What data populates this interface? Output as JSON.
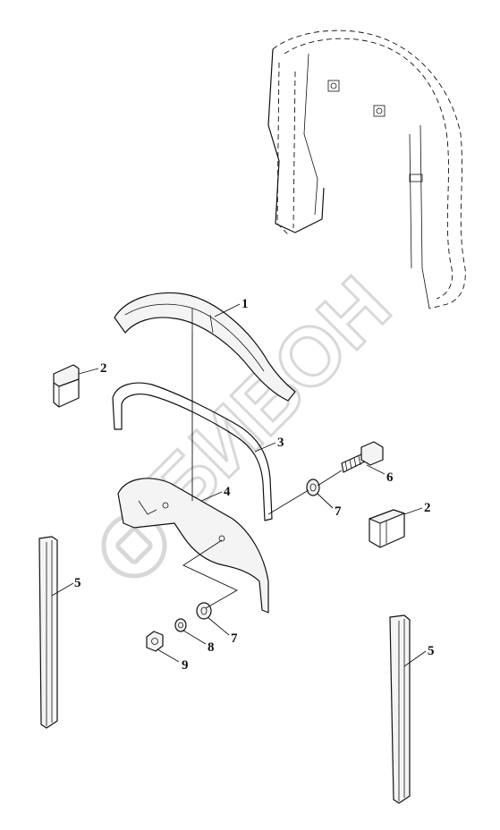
{
  "watermark": {
    "text": "БИВОН"
  },
  "callouts": [
    {
      "id": "c1",
      "label": "1"
    },
    {
      "id": "c2a",
      "label": "2"
    },
    {
      "id": "c2b",
      "label": "2"
    },
    {
      "id": "c3",
      "label": "3"
    },
    {
      "id": "c4",
      "label": "4"
    },
    {
      "id": "c5a",
      "label": "5"
    },
    {
      "id": "c5b",
      "label": "5"
    },
    {
      "id": "c6",
      "label": "6"
    },
    {
      "id": "c7a",
      "label": "7"
    },
    {
      "id": "c7b",
      "label": "7"
    },
    {
      "id": "c8",
      "label": "8"
    },
    {
      "id": "c9",
      "label": "9"
    }
  ]
}
